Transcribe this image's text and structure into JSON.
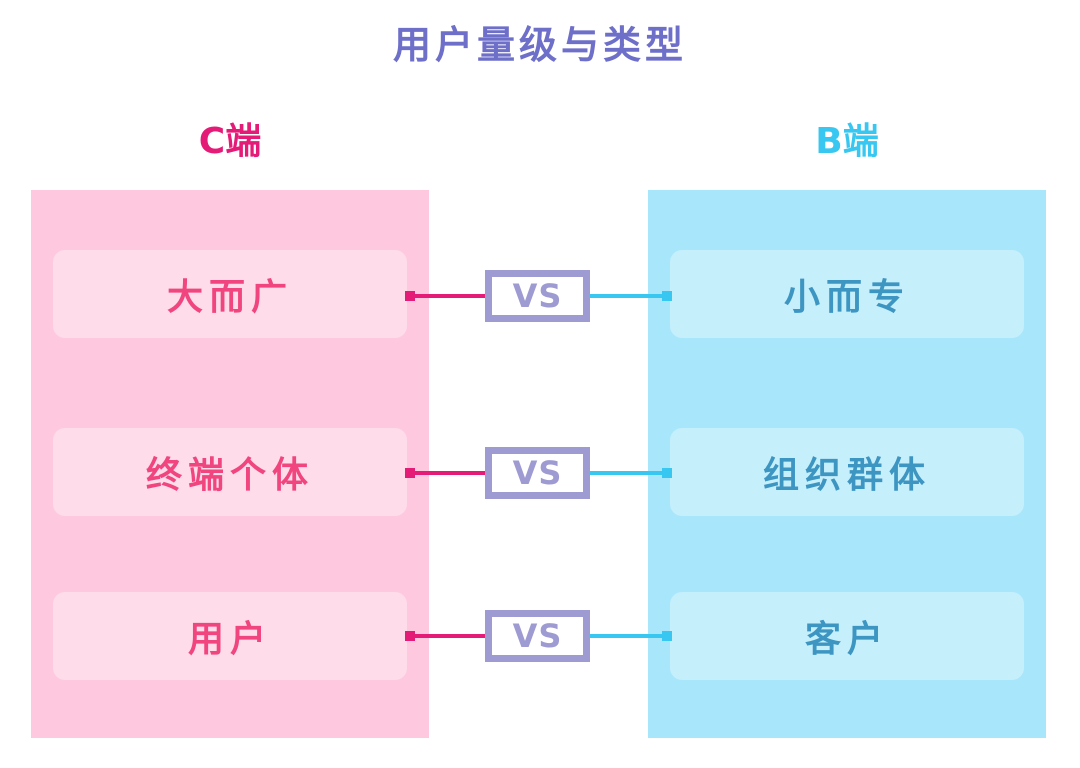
{
  "title": "用户量级与类型",
  "columns": {
    "left": {
      "label": "C端",
      "color": "#E51B78",
      "panel_color": "#FEC9DF"
    },
    "right": {
      "label": "B端",
      "color": "#38C7F0",
      "panel_color": "#A8E6FB"
    }
  },
  "rows": [
    {
      "left": "大而广",
      "vs": "VS",
      "right": "小而专"
    },
    {
      "left": "终端个体",
      "vs": "VS",
      "right": "组织群体"
    },
    {
      "left": "用户",
      "vs": "VS",
      "right": "客户"
    }
  ],
  "vs_color": "#9E9BD3"
}
